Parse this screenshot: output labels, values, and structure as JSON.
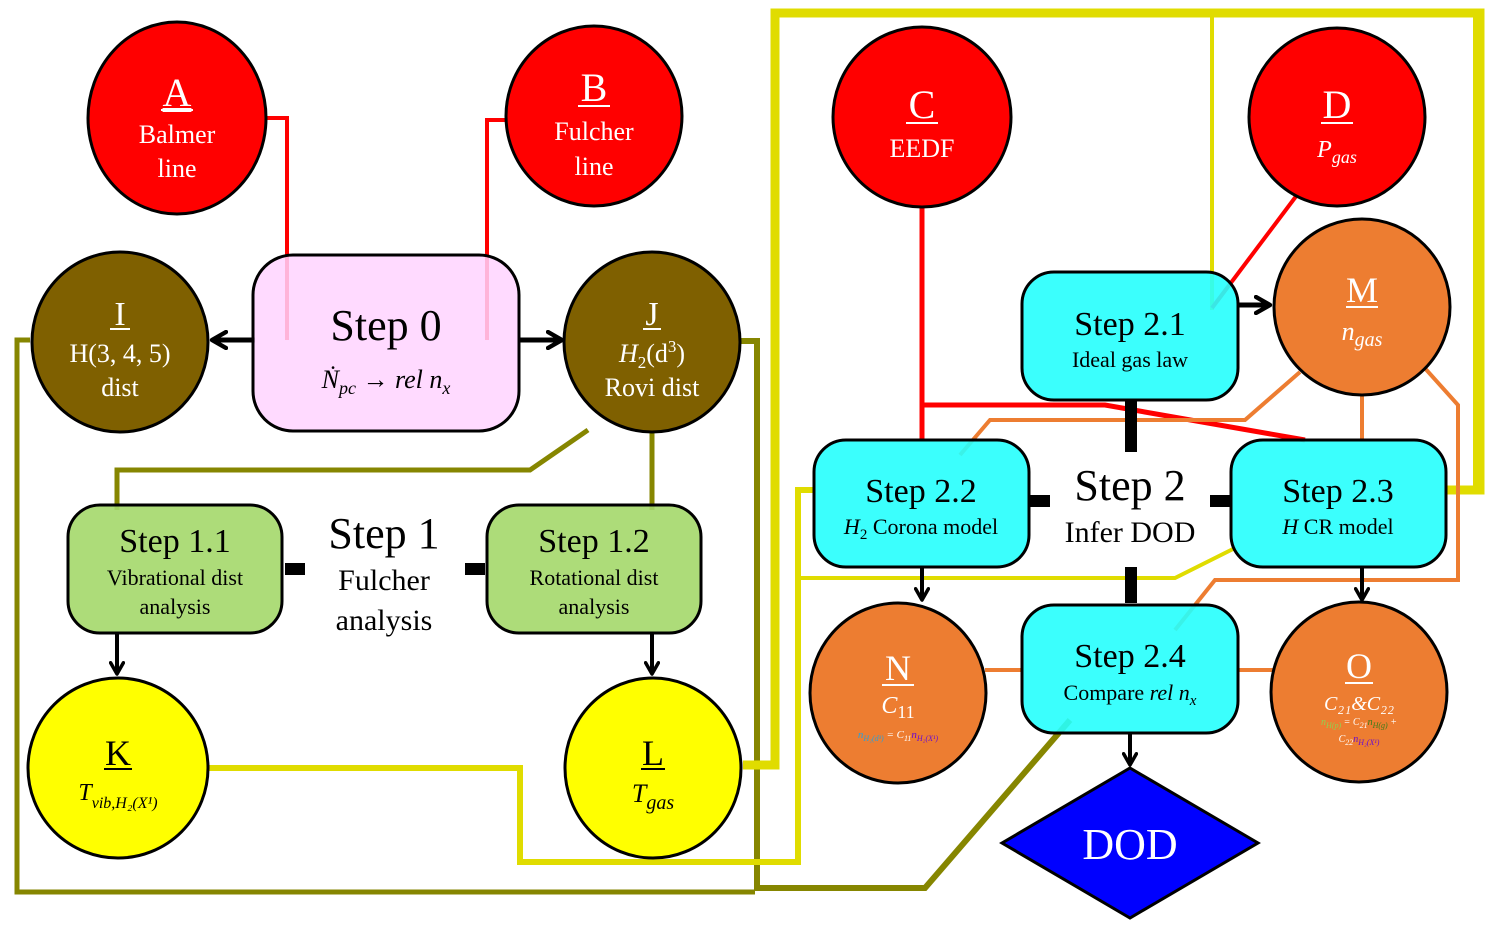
{
  "colors": {
    "red": "#ff0000",
    "brown": "#7f6000",
    "olive": "#868600",
    "yellow_line": "#e0dc00",
    "yellow_fill": "#ffff00",
    "orange": "#ed7d31",
    "cyan": "#26fffd",
    "pink": "#ffd3ff",
    "green": "#a4d86a",
    "blue": "#0000ff",
    "black": "#000000",
    "white": "#ffffff",
    "n_blue": "#2f9fd6",
    "n_purple": "#6a0dcf",
    "o_lightgreen": "#92d050",
    "o_green": "#3a7d1a"
  },
  "nodes": {
    "A": {
      "letter": "A",
      "line1": "Balmer",
      "line2": "line"
    },
    "B": {
      "letter": "B",
      "line1": "Fulcher",
      "line2": "line"
    },
    "C": {
      "letter": "C",
      "line1": "EEDF"
    },
    "D": {
      "letter": "D",
      "sym": "P",
      "sub": "gas"
    },
    "I": {
      "letter": "I",
      "line1": "H(3, 4, 5)",
      "line2": "dist"
    },
    "J": {
      "letter": "J",
      "sym": "H",
      "sub": "2",
      "paren": "(d",
      "sup": "3",
      "close": ")",
      "line2": "Rovi dist"
    },
    "K": {
      "letter": "K",
      "sym": "T",
      "sub": "vib,H₂(X¹)"
    },
    "L": {
      "letter": "L",
      "sym": "T",
      "sub": "gas"
    },
    "M": {
      "letter": "M",
      "sym": "n",
      "sub": "gas"
    },
    "N": {
      "letter": "N",
      "sym": "C",
      "sub": "11",
      "formula": {
        "lhs": "n",
        "lhs_sub": "H₂(d³)",
        "eq": " = C",
        "eq_sub": "11",
        "rhs": "n",
        "rhs_sub": "H₂(X¹)"
      }
    },
    "O": {
      "letter": "O",
      "line1": "C₂₁&C₂₂",
      "formula1": {
        "lhs": "n",
        "lhs_sub": "H(p)",
        "eq": " = C",
        "eq_sub": "21",
        "rhs": "n",
        "rhs_sub": "H(g)",
        "plus": " +"
      },
      "formula2": {
        "c": "C",
        "c_sub": "22",
        "n": "n",
        "n_sub": "H₂(X¹)"
      }
    },
    "DOD": {
      "label": "DOD"
    }
  },
  "steps": {
    "s0": {
      "title": "Step 0",
      "sub_sym": "Ṅ",
      "sub_sub": "pc",
      "sub_rest": " → rel n",
      "sub_x": "x"
    },
    "s1": {
      "title": "Step 1",
      "line1": "Fulcher",
      "line2": "analysis"
    },
    "s11": {
      "title": "Step 1.1",
      "line1": "Vibrational dist",
      "line2": "analysis"
    },
    "s12": {
      "title": "Step 1.2",
      "line1": "Rotational dist",
      "line2": "analysis"
    },
    "s2": {
      "title": "Step 2",
      "line1": "Infer DOD"
    },
    "s21": {
      "title": "Step 2.1",
      "line1": "Ideal gas law"
    },
    "s22": {
      "title": "Step 2.2",
      "sym": "H",
      "sub": "2",
      "rest": " Corona model"
    },
    "s23": {
      "title": "Step 2.3",
      "sym": "H",
      "rest": " CR model"
    },
    "s24": {
      "title": "Step 2.4",
      "pre": "Compare ",
      "it": "rel n",
      "sub": "x"
    }
  }
}
